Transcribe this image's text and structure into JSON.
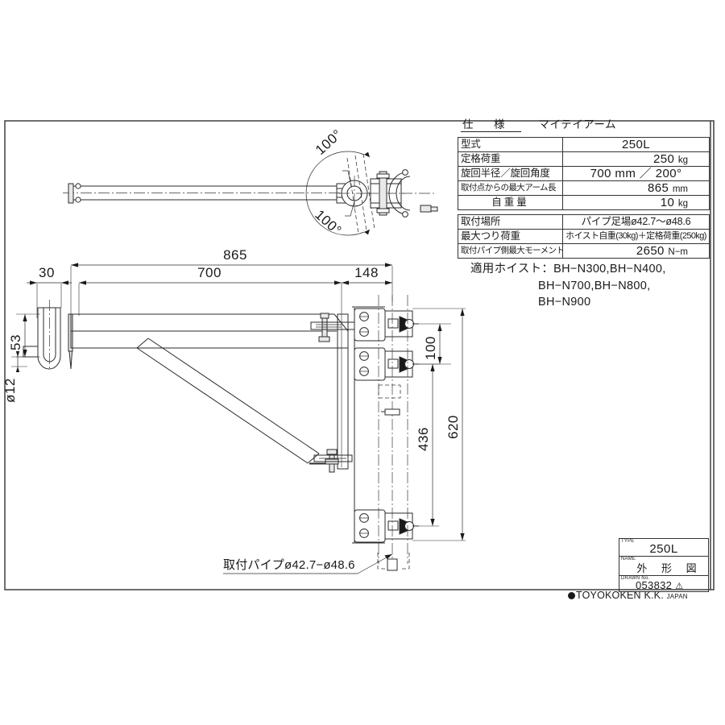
{
  "drawing": {
    "title_jp": "外 形 図",
    "type": "250L",
    "drawing_no": "053832",
    "warning_symbol": "⚠",
    "company": "TOYOKOKEN",
    "company_suffix": "K.K.",
    "company_country": "JAPAN",
    "labels": {
      "type": "TYPE",
      "name": "NAME",
      "drawn_no": "DRAWN No."
    }
  },
  "spec": {
    "heading": "仕　様",
    "product_name": "マイテイアーム",
    "rows": [
      {
        "key": "型式",
        "value": "250L",
        "unit": ""
      },
      {
        "key": "定格荷重",
        "value": "250",
        "unit": "kg"
      },
      {
        "key": "旋回半径／旋回角度",
        "value": "700 mm ／ 200°",
        "unit": ""
      },
      {
        "key": "取付点からの最大アーム長",
        "value": "865",
        "unit": "mm"
      },
      {
        "key": "自重量",
        "value": "10",
        "unit": "kg"
      }
    ],
    "rows2": [
      {
        "key": "取付場所",
        "value": "パイプ足場ø42.7〜ø48.6",
        "unit": ""
      },
      {
        "key": "最大つり荷重",
        "value": "ホイスト自重(30kg)＋定格荷重(250kg)",
        "unit": ""
      },
      {
        "key": "取付パイプ側最大モーメント",
        "value": "2650",
        "unit": "N−m"
      }
    ],
    "hoist_label": "適用ホイスト：",
    "hoist_lines": [
      "BH−N300,BH−N400,",
      "BH−N700,BH−N800,",
      "BH−N900"
    ]
  },
  "top_view": {
    "angle_upper": "100°",
    "angle_lower": "100°"
  },
  "side_view": {
    "dim_865": "865",
    "dim_700": "700",
    "dim_148": "148",
    "dim_30": "30",
    "dim_53": "53",
    "dim_d12": "ø12",
    "dim_100": "100",
    "dim_436": "436",
    "dim_620": "620",
    "note_pipe": "取付パイプø42.7−ø48.6"
  },
  "colors": {
    "line": "#2b2b2b",
    "frame": "#4a4a4a",
    "paper": "#ffffff"
  }
}
